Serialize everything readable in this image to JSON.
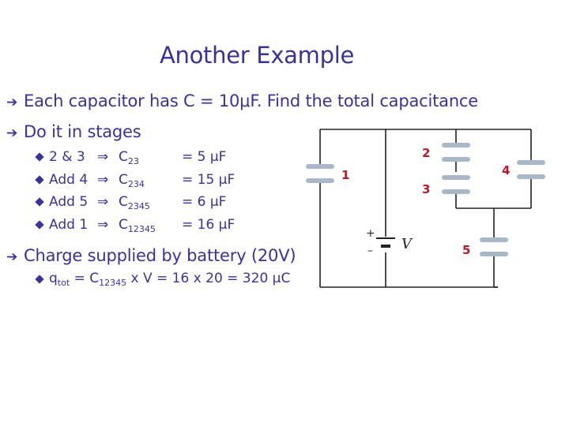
{
  "title": "Another Example",
  "bullets": [
    {
      "icon": "right-arrow-icon",
      "text": "Each capacitor has C = 10μF. Find the total capacitance"
    },
    {
      "icon": "right-arrow-icon",
      "text": "Do it in stages"
    },
    {
      "icon": "right-arrow-icon",
      "text": "Charge supplied by battery (20V)"
    }
  ],
  "stages": [
    {
      "label": "2 & 3",
      "symbol": "⇒",
      "cap": "C",
      "cap_sub": "23",
      "result": "= 5 μF"
    },
    {
      "label": "Add 4",
      "symbol": "⇒",
      "cap": "C",
      "cap_sub": "234",
      "result": "= 15 μF"
    },
    {
      "label": "Add 5",
      "symbol": "⇒",
      "cap": "C",
      "cap_sub": "2345",
      "result": "= 6 μF"
    },
    {
      "label": "Add 1",
      "symbol": "⇒",
      "cap": "C",
      "cap_sub": "12345",
      "result": "= 16 μF"
    }
  ],
  "charge": {
    "q": "q",
    "q_sub": "tot",
    "eq1": " = C",
    "c_sub": "12345",
    "rest": " x V = 16 x 20 = 320 μC"
  },
  "circuit": {
    "labels": {
      "c1": "1",
      "c2": "2",
      "c3": "3",
      "c4": "4",
      "c5": "5"
    },
    "battery_plus": "+",
    "battery_minus": "–",
    "battery_label": "V"
  },
  "colors": {
    "text": "#3a31a0",
    "capacitor": "#a8b8c8",
    "wire": "#222222",
    "label": "#c0182a"
  }
}
